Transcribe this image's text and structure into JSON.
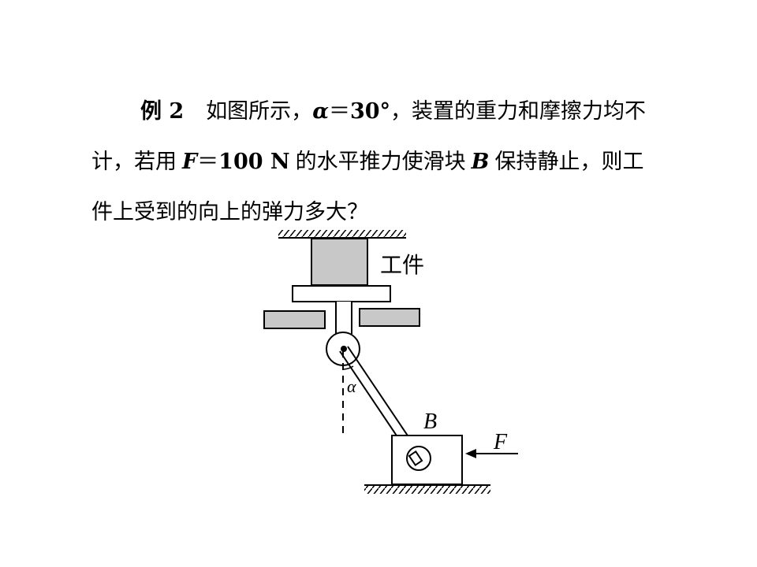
{
  "problem": {
    "example_label": "例 2",
    "line1": {
      "intro": "如图所示，",
      "alpha": "α",
      "eq": "＝",
      "angle": "30°",
      "rest": "，装置的重力和摩擦力均不"
    },
    "line2": {
      "start": "计，若用",
      "F": "F",
      "eq": "＝",
      "force": "100 N",
      "mid": "的水平推力使滑块",
      "B": "B",
      "end": "保持静止，则工"
    },
    "line3": "件上受到的向上的弹力多大？"
  },
  "diagram": {
    "workpiece_label": "工件",
    "angle_label": "α",
    "block_label": "B",
    "force_label": "F"
  }
}
